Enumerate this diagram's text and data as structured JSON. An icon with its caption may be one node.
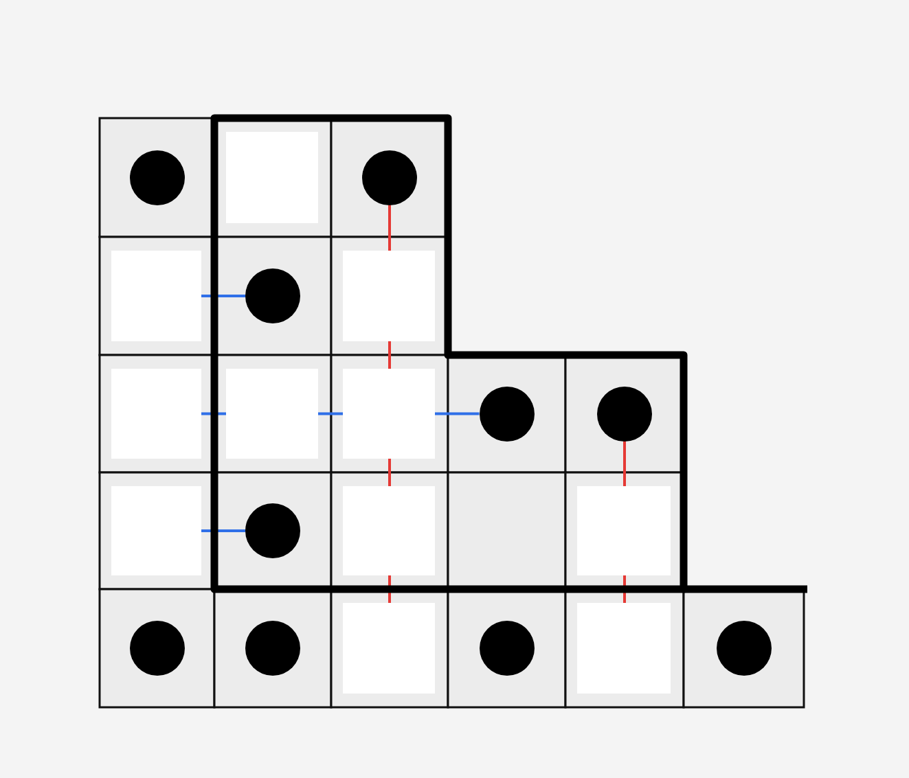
{
  "diagram": {
    "nodes": [
      {
        "text": [],
        "shape": "circle"
      },
      {
        "text": [],
        "shape": "circle"
      },
      {
        "text": [],
        "shape": "circle"
      },
      {
        "text": [],
        "shape": "circle"
      },
      {
        "text": [],
        "shape": "circle"
      },
      {
        "text": [],
        "shape": "circle"
      },
      {
        "text": [],
        "shape": "circle"
      },
      {
        "text": [],
        "shape": "circle"
      },
      {
        "text": [],
        "shape": "circle"
      },
      {
        "text": [],
        "shape": "circle"
      }
    ],
    "edges": [
      {
        "from": 1,
        "to": null,
        "arrow": "none",
        "color": "#e53935"
      },
      {
        "from": 2,
        "to": null,
        "arrow": "none"
      },
      {
        "from": 3,
        "to": null,
        "arrow": "none"
      },
      {
        "from": 4,
        "to": null,
        "arrow": "none",
        "color": "#e53935"
      },
      {
        "from": 5,
        "to": null,
        "arrow": "none"
      }
    ]
  }
}
